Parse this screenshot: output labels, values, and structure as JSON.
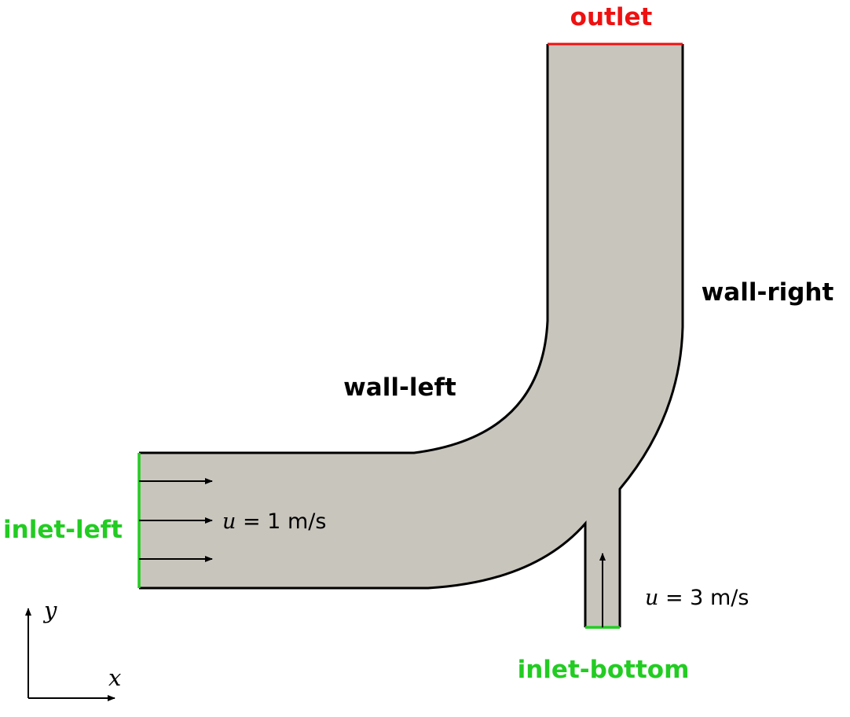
{
  "labels": {
    "outlet": "outlet",
    "wall_right": "wall-right",
    "wall_left": "wall-left",
    "inlet_left": "inlet-left",
    "inlet_bottom": "inlet-bottom"
  },
  "velocity_left": {
    "var": "u",
    "rest": " = 1 m/s"
  },
  "velocity_bottom": {
    "var": "u",
    "rest": " = 3 m/s"
  },
  "axes": {
    "x": "x",
    "y": "y"
  },
  "colors": {
    "fluid": "#c8c5bd",
    "wall": "#000000",
    "inlet": "#22cc22",
    "outlet": "#ee1111"
  }
}
